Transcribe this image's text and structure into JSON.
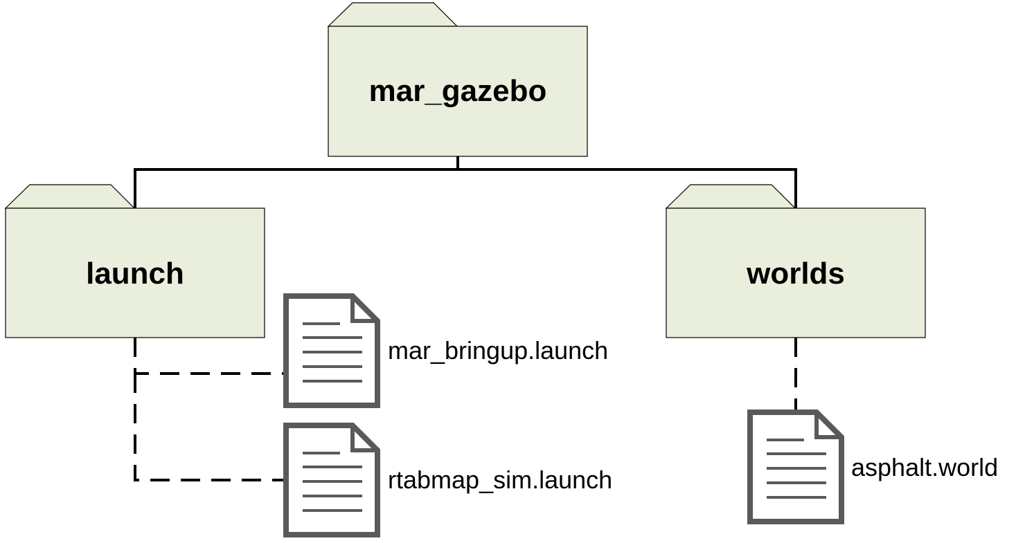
{
  "diagram": {
    "root_folder": {
      "label": "mar_gazebo"
    },
    "folders": [
      {
        "id": "launch",
        "label": "launch"
      },
      {
        "id": "worlds",
        "label": "worlds"
      }
    ],
    "files": [
      {
        "id": "mar_bringup",
        "parent": "launch",
        "label": "mar_bringup.launch"
      },
      {
        "id": "rtabmap_sim",
        "parent": "launch",
        "label": "rtabmap_sim.launch"
      },
      {
        "id": "asphalt",
        "parent": "worlds",
        "label": "asphalt.world"
      }
    ],
    "colors": {
      "folder_fill": "#e9efdc",
      "folder_border": "#000000",
      "connector": "#000000",
      "file_icon": "#5a5a5a",
      "file_fill": "#ffffff",
      "text": "#000000"
    },
    "icons": {
      "folder": "folder-icon",
      "file": "document-icon"
    }
  }
}
